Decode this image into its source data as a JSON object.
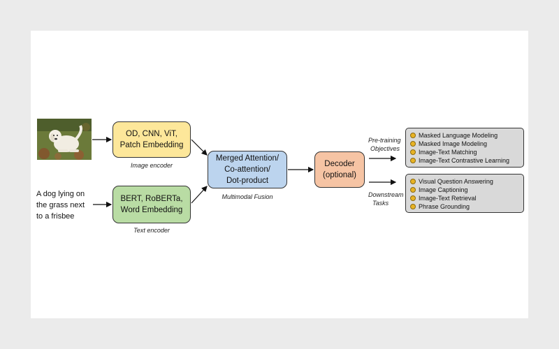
{
  "inputs": {
    "image_alt": "photo of a white dog lying on grass",
    "caption_text_lines": [
      "A dog lying on",
      "the grass next",
      "to a frisbee"
    ]
  },
  "image_encoder": {
    "lines": [
      "OD, CNN, ViT,",
      "Patch Embedding"
    ],
    "caption": "Image encoder",
    "color": "#fde79a"
  },
  "text_encoder": {
    "lines": [
      "BERT, RoBERTa,",
      "Word Embedding"
    ],
    "caption": "Text encoder",
    "color": "#b9dca4"
  },
  "fusion": {
    "lines": [
      "Merged Attention/",
      "Co-attention/",
      "Dot-product"
    ],
    "caption": "Multimodal Fusion",
    "color": "#bcd4ee"
  },
  "decoder": {
    "lines": [
      "Decoder",
      "(optional)"
    ],
    "color": "#f6c4a4"
  },
  "pretraining": {
    "label_lines": [
      "Pre-training",
      "Objectives"
    ],
    "items": [
      "Masked Language Modeling",
      "Masked Image Modeling",
      "Image-Text Matching",
      "Image-Text Contrastive Learning"
    ]
  },
  "downstream": {
    "label_lines": [
      "Downstream",
      "Tasks"
    ],
    "items": [
      "Visual Question Answering",
      "Image Captioning",
      "Image-Text Retrieval",
      "Phrase Grounding"
    ]
  }
}
